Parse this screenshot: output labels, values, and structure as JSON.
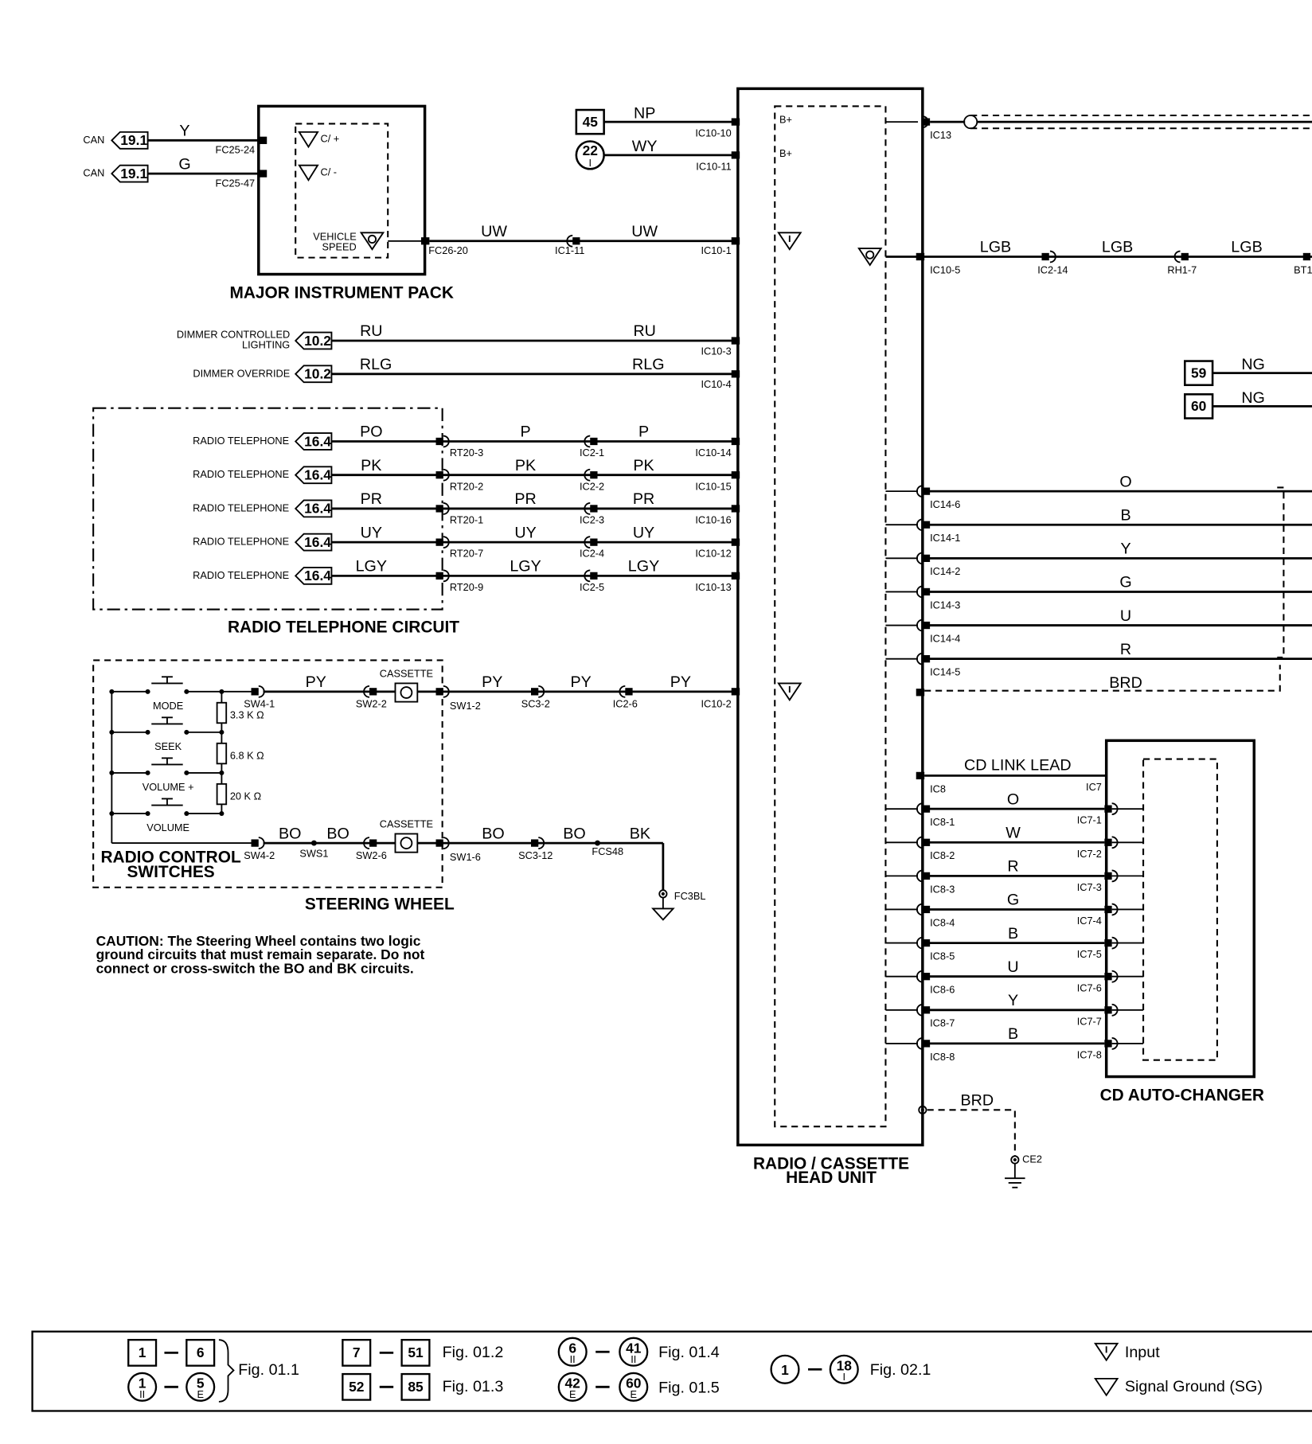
{
  "components": {
    "instrument_pack": {
      "title": "MAJOR INSTRUMENT PACK",
      "inputs": [
        "C/ +",
        "C/ -"
      ],
      "vehicle_speed": [
        "VEHICLE",
        "SPEED"
      ]
    },
    "head_unit": {
      "title": [
        "RADIO / CASSETTE",
        "HEAD UNIT"
      ]
    },
    "cd_changer": {
      "title": "CD AUTO-CHANGER"
    },
    "radio_telephone": {
      "title": "RADIO TELEPHONE CIRCUIT"
    },
    "steering": {
      "title": "STEERING WHEEL",
      "switches_title": [
        "RADIO CONTROL",
        "SWITCHES"
      ]
    }
  },
  "can_links": [
    {
      "label": "CAN",
      "ref": "19.1",
      "color": "Y",
      "pin": "FC25-24"
    },
    {
      "label": "CAN",
      "ref": "19.1",
      "color": "G",
      "pin": "FC25-47"
    }
  ],
  "power_feeds": [
    {
      "ref": "45",
      "color": "NP",
      "pin": "IC10-10",
      "term": "B+"
    },
    {
      "ref": "22",
      "sub": "I",
      "color": "WY",
      "pin": "IC10-11",
      "term": "B+"
    }
  ],
  "speed_wire": {
    "colors": [
      "UW",
      "UW"
    ],
    "pins": [
      "FC26-20",
      "IC1-11",
      "IC10-1"
    ]
  },
  "dimmer": [
    {
      "label": [
        "DIMMER CONTROLLED",
        "LIGHTING"
      ],
      "ref": "10.2",
      "colors": [
        "RU",
        "RU"
      ],
      "pin": "IC10-3"
    },
    {
      "label": [
        "DIMMER OVERRIDE"
      ],
      "ref": "10.2",
      "colors": [
        "RLG",
        "RLG"
      ],
      "pin": "IC10-4"
    }
  ],
  "telephone": [
    {
      "label": "RADIO TELEPHONE",
      "ref": "16.4",
      "colors": [
        "PO",
        "P",
        "P"
      ],
      "pins": [
        "RT20-3",
        "IC2-1",
        "IC10-14"
      ]
    },
    {
      "label": "RADIO TELEPHONE",
      "ref": "16.4",
      "colors": [
        "PK",
        "PK",
        "PK"
      ],
      "pins": [
        "RT20-2",
        "IC2-2",
        "IC10-15"
      ]
    },
    {
      "label": "RADIO TELEPHONE",
      "ref": "16.4",
      "colors": [
        "PR",
        "PR",
        "PR"
      ],
      "pins": [
        "RT20-1",
        "IC2-3",
        "IC10-16"
      ]
    },
    {
      "label": "RADIO TELEPHONE",
      "ref": "16.4",
      "colors": [
        "UY",
        "UY",
        "UY"
      ],
      "pins": [
        "RT20-7",
        "IC2-4",
        "IC10-12"
      ]
    },
    {
      "label": "RADIO TELEPHONE",
      "ref": "16.4",
      "colors": [
        "LGY",
        "LGY",
        "LGY"
      ],
      "pins": [
        "RT20-9",
        "IC2-5",
        "IC10-13"
      ]
    }
  ],
  "switches": {
    "names": [
      "MODE",
      "SEEK",
      "VOLUME +",
      "VOLUME"
    ],
    "resistors": [
      "3.3 K Ω",
      "6.8 K Ω",
      "20 K Ω"
    ],
    "cassette": "CASSETTE",
    "py_colors": [
      "PY",
      "PY",
      "PY",
      "PY"
    ],
    "py_pins": [
      "SW4-1",
      "SW2-2",
      "SW1-2",
      "SC3-2",
      "IC2-6",
      "IC10-2"
    ],
    "bo_colors": [
      "BO",
      "BO",
      "BO",
      "BO",
      "BK"
    ],
    "bo_pins": [
      "SW4-2",
      "SWS1",
      "SW2-6",
      "SW1-6",
      "SC3-12",
      "FCS48"
    ],
    "ground": "FC3BL"
  },
  "caution": [
    "CAUTION:  The Steering Wheel contains two logic",
    "ground circuits that must remain separate.  Do not",
    "connect or cross-switch the BO and BK circuits."
  ],
  "right_side": {
    "ic13": "IC13",
    "lgb": {
      "colors": [
        "LGB",
        "LGB",
        "LGB"
      ],
      "pins": [
        "IC10-5",
        "IC2-14",
        "RH1-7",
        "BT1"
      ]
    },
    "ng": [
      {
        "ref": "59",
        "color": "NG"
      },
      {
        "ref": "60",
        "color": "NG"
      }
    ],
    "ic14": [
      {
        "color": "O",
        "pin": "IC14-6"
      },
      {
        "color": "B",
        "pin": "IC14-1"
      },
      {
        "color": "Y",
        "pin": "IC14-2"
      },
      {
        "color": "G",
        "pin": "IC14-3"
      },
      {
        "color": "U",
        "pin": "IC14-4"
      },
      {
        "color": "R",
        "pin": "IC14-5"
      },
      {
        "color": "BRD",
        "pin": ""
      }
    ],
    "cd_link": {
      "label": "CD LINK LEAD",
      "pins": [
        "IC8",
        "IC7"
      ]
    },
    "cd_wires": [
      {
        "color": "O",
        "left": "IC8-1",
        "right": "IC7-1"
      },
      {
        "color": "W",
        "left": "IC8-2",
        "right": "IC7-2"
      },
      {
        "color": "R",
        "left": "IC8-3",
        "right": "IC7-3"
      },
      {
        "color": "G",
        "left": "IC8-4",
        "right": "IC7-4"
      },
      {
        "color": "B",
        "left": "IC8-5",
        "right": "IC7-5"
      },
      {
        "color": "U",
        "left": "IC8-6",
        "right": "IC7-6"
      },
      {
        "color": "Y",
        "left": "IC8-7",
        "right": "IC7-7"
      },
      {
        "color": "B",
        "left": "IC8-8",
        "right": "IC7-8"
      }
    ],
    "brd_ground": {
      "color": "BRD",
      "pin": "CE2"
    }
  },
  "legend": {
    "groups": [
      {
        "a": "1",
        "b": "6",
        "c": "1",
        "cs": "II",
        "d": "5",
        "ds": "E",
        "fig": "Fig. 01.1"
      },
      {
        "a": "7",
        "b": "51",
        "fig": "Fig. 01.2"
      },
      {
        "a": "52",
        "b": "85",
        "fig": "Fig. 01.3"
      },
      {
        "a": "6",
        "as": "II",
        "b": "41",
        "bs": "II",
        "fig": "Fig. 01.4"
      },
      {
        "a": "42",
        "as": "E",
        "b": "60",
        "bs": "E",
        "fig": "Fig. 01.5"
      },
      {
        "a": "1",
        "b": "18",
        "bs": "I",
        "fig": "Fig. 02.1"
      }
    ],
    "symbols": [
      "Input",
      "Signal Ground (SG)"
    ]
  }
}
